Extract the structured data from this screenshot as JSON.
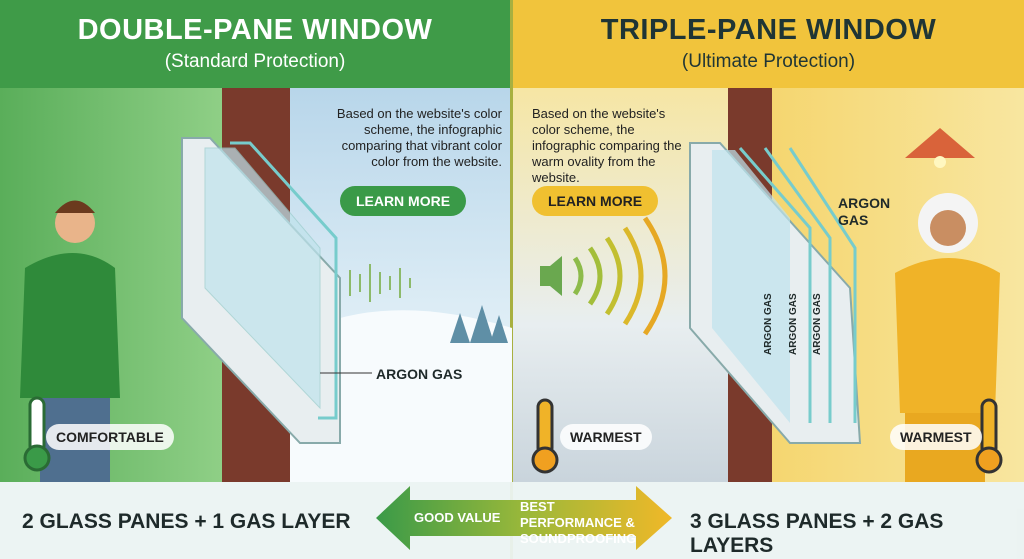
{
  "left": {
    "title": "DOUBLE-PANE WINDOW",
    "subtitle": "(Standard Protection)",
    "blurb": "Based on the website's color scheme, the infographic comparing that vibrant color color from the website.",
    "button": "LEARN MORE",
    "gas_label": "ARGON GAS",
    "comfort": "COMFORTABLE",
    "summary": "2 GLASS PANES + 1 GAS LAYER",
    "accent": "#3a9a48"
  },
  "right": {
    "title": "TRIPLE-PANE WINDOW",
    "subtitle": "(Ultimate Protection)",
    "blurb": "Based on the website's color scheme, the infographic comparing the warm ovality from the website.",
    "button": "LEARN MORE",
    "gas_label": "ARGON GAS",
    "gas_layer_labels": [
      "ARGON GAS",
      "ARGON GAS",
      "ARGON GAS"
    ],
    "comfort_left": "WARMEST",
    "comfort_right": "WARMEST",
    "summary": "3 GLASS PANES + 2 GAS LAYERS",
    "accent": "#f0c030"
  },
  "arrow": {
    "left_label": "GOOD VALUE",
    "right_label": "BEST PERFORMANCE & SOUNDPROOFING"
  }
}
